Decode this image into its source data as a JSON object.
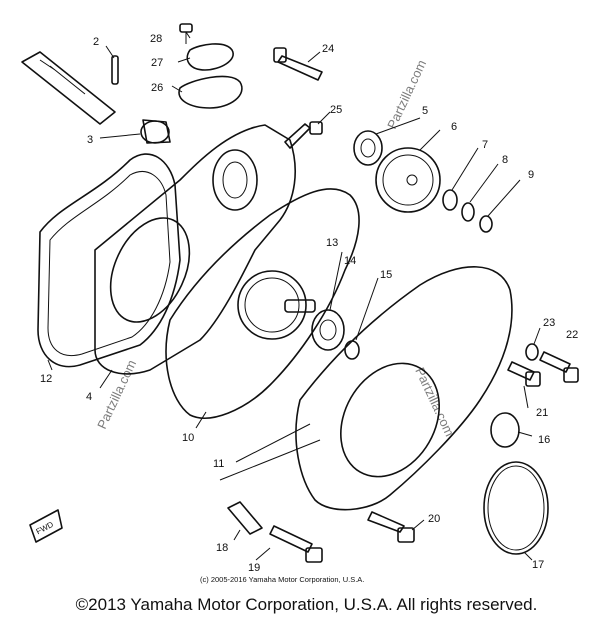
{
  "diagram": {
    "callouts": [
      "28",
      "27",
      "26",
      "24",
      "2",
      "25",
      "5",
      "6",
      "7",
      "8",
      "9",
      "3",
      "13",
      "14",
      "15",
      "23",
      "22",
      "21",
      "16",
      "12",
      "4",
      "10",
      "11",
      "20",
      "18",
      "19",
      "17"
    ],
    "inline_copyright": "(c) 2005-2016 Yamaha Motor Corporation, U.S.A.",
    "watermark": "Partzilla.com",
    "direction_tag": "FWD"
  },
  "footer": {
    "copyright": "©2013 Yamaha Motor Corporation, U.S.A. All rights reserved."
  }
}
